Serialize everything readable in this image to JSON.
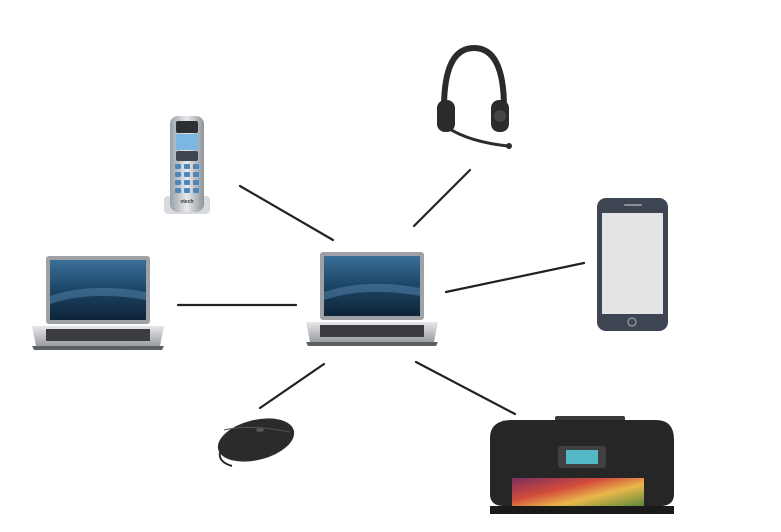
{
  "diagram": {
    "type": "network-hub",
    "hub": {
      "device": "laptop",
      "icon": "laptop-icon"
    },
    "nodes": [
      {
        "id": "cordless-phone",
        "icon": "cordless-phone-icon"
      },
      {
        "id": "headset",
        "icon": "headset-icon"
      },
      {
        "id": "smartphone",
        "icon": "smartphone-icon"
      },
      {
        "id": "printer",
        "icon": "printer-icon"
      },
      {
        "id": "mouse",
        "icon": "mouse-icon"
      },
      {
        "id": "laptop",
        "icon": "laptop-icon"
      }
    ],
    "links": [
      [
        "hub",
        "cordless-phone"
      ],
      [
        "hub",
        "headset"
      ],
      [
        "hub",
        "smartphone"
      ],
      [
        "hub",
        "printer"
      ],
      [
        "hub",
        "mouse"
      ],
      [
        "hub",
        "laptop"
      ]
    ],
    "phone_brand": "vtech",
    "colors": {
      "link": "#222222",
      "device_dark": "#2b2b2b",
      "device_silver": "#c9cbce",
      "screen": "#1f4e73",
      "phone_screen": "#e4e4e6",
      "phone_frame": "#3d4553"
    }
  }
}
